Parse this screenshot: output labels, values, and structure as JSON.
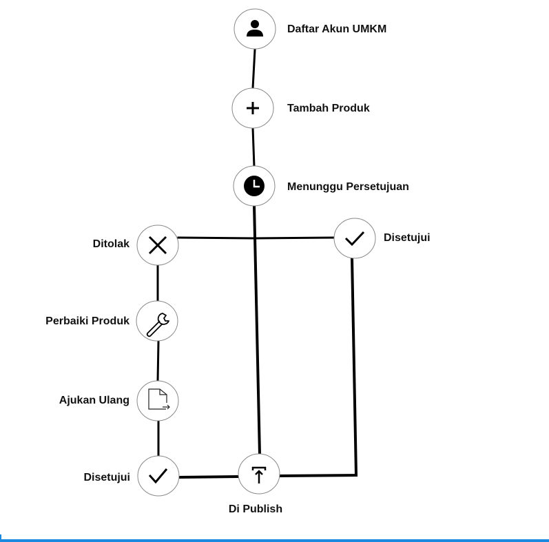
{
  "nodes": {
    "daftar": {
      "label": "Daftar Akun UMKM",
      "icon": "user-icon"
    },
    "tambah": {
      "label": "Tambah Produk",
      "icon": "plus-icon"
    },
    "menunggu": {
      "label": "Menunggu Persetujuan",
      "icon": "clock-icon"
    },
    "ditolak": {
      "label": "Ditolak",
      "icon": "close-icon"
    },
    "disetujui_kanan": {
      "label": "Disetujui",
      "icon": "check-icon"
    },
    "perbaiki": {
      "label": "Perbaiki Produk",
      "icon": "wrench-icon"
    },
    "ajukan": {
      "label": "Ajukan Ulang",
      "icon": "file-export-icon"
    },
    "disetujui_bawah": {
      "label": "Disetujui",
      "icon": "check-icon"
    },
    "publish": {
      "label": "Di Publish",
      "icon": "upload-icon"
    }
  },
  "colors": {
    "accent_bar": "#1a8ae0"
  }
}
